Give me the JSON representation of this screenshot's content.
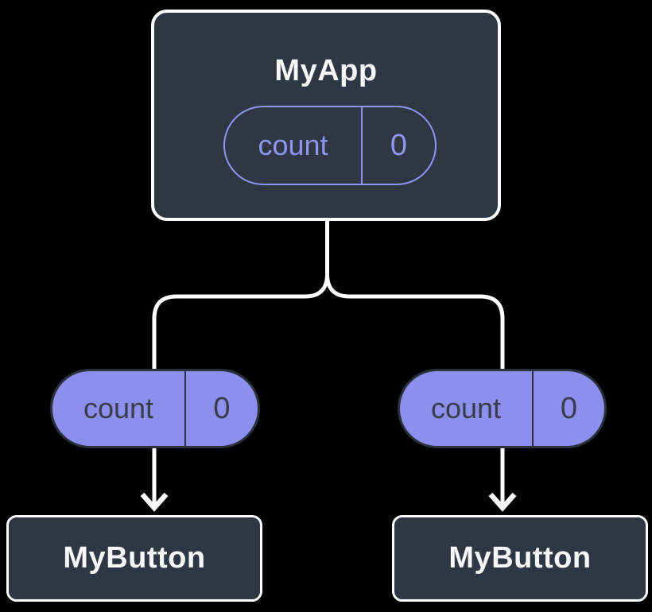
{
  "colors": {
    "background": "#000000",
    "node_fill": "#2F3744",
    "node_border": "#FFFFFF",
    "node_text": "#F6F7F9",
    "pill_outline_accent": "#8F96F2",
    "pill_fill": "#8A90EC",
    "pill_dark_text": "#363D4B",
    "connector": "#FFFFFF"
  },
  "diagram": {
    "root": {
      "title": "MyApp",
      "pill": {
        "label": "count",
        "value": "0"
      }
    },
    "pills": [
      {
        "label": "count",
        "value": "0"
      },
      {
        "label": "count",
        "value": "0"
      }
    ],
    "children": [
      {
        "title": "MyButton"
      },
      {
        "title": "MyButton"
      }
    ]
  }
}
